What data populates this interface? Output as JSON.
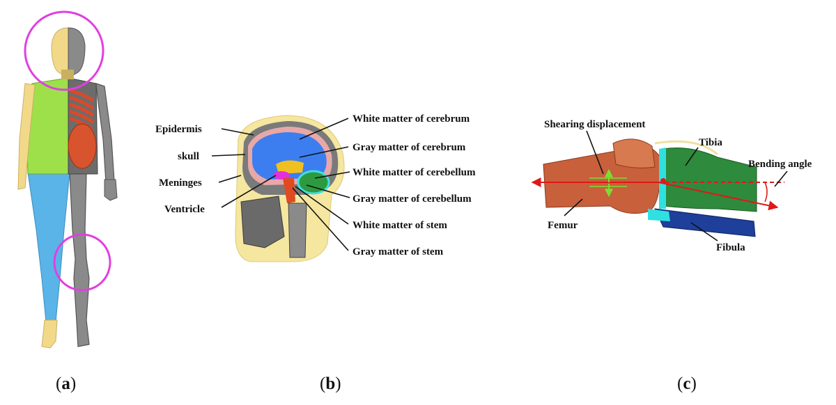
{
  "panel_a": {
    "caption_open": "(",
    "caption_letter": "a",
    "caption_close": ")"
  },
  "panel_b": {
    "caption_open": "(",
    "caption_letter": "b",
    "caption_close": ")",
    "labels": {
      "epidermis": "Epidermis",
      "skull": "skull",
      "meninges": "Meninges",
      "ventricle": "Ventricle",
      "white_cerebrum": "White matter of cerebrum",
      "gray_cerebrum": "Gray matter of cerebrum",
      "white_cerebellum": "White matter of cerebellum",
      "gray_cerebellum": "Gray matter of cerebellum",
      "white_stem": "White matter of stem",
      "gray_stem": "Gray matter of stem"
    }
  },
  "panel_c": {
    "caption_open": "(",
    "caption_letter": "c",
    "caption_close": ")",
    "labels": {
      "shearing": "Shearing displacement",
      "tibia": "Tibia",
      "bending": "Bending angle",
      "femur": "Femur",
      "fibula": "Fibula"
    }
  },
  "colors": {
    "highlight_circle": "#e040e0",
    "skin": "#f2d98a",
    "shirt": "#9ee04a",
    "pants": "#5ab4e8",
    "bone": "#8a8a8a",
    "femur": "#c8603c",
    "tibia": "#2e8a3c",
    "fibula": "#1e3f9a",
    "cartilage": "#30e0e0",
    "arrow_red": "#e01818"
  }
}
